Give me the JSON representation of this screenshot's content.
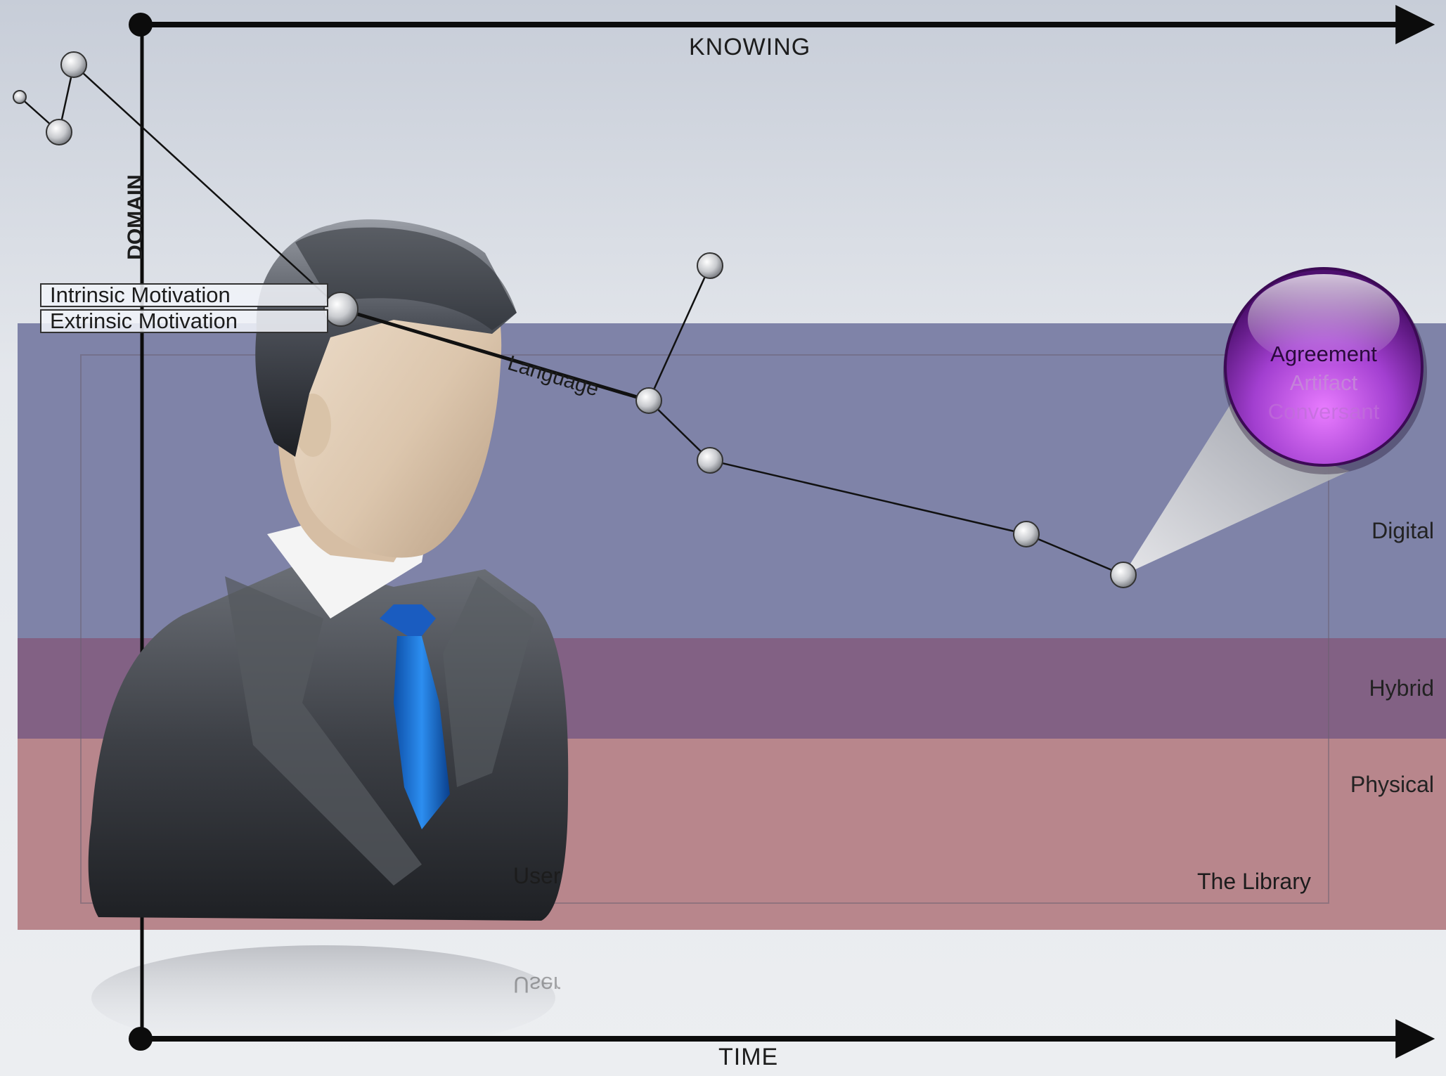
{
  "axes": {
    "top": "KNOWING",
    "bottom": "TIME",
    "left": "DOMAIN"
  },
  "bands": {
    "digital": "Digital",
    "hybrid": "Hybrid",
    "physical": "Physical"
  },
  "motivation": {
    "intrinsic": "Intrinsic Motivation",
    "extrinsic": "Extrinsic Motivation"
  },
  "path_label": "Language",
  "bubble": {
    "line1": "Agreement",
    "line2": "Artifact",
    "line3": "Conversant"
  },
  "user_label": "User",
  "library_label": "The Library",
  "user_reflection": "User",
  "colors": {
    "background": "#dde1e7",
    "digital_band": "#7f83a8",
    "hybrid_band": "#826184",
    "physical_band": "#b8868c",
    "bubble": "#a23fd0",
    "axis": "#0c0c0c"
  }
}
